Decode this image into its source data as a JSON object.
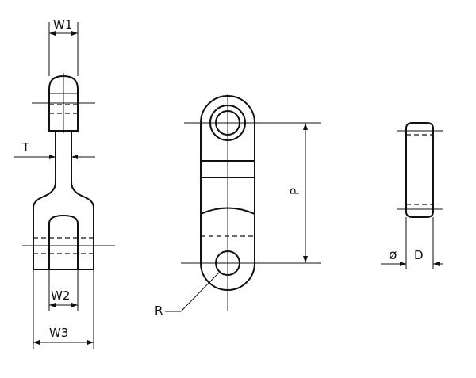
{
  "labels": {
    "w1": "W1",
    "t": "T",
    "w2": "W2",
    "w3": "W3",
    "p": "P",
    "r": "R",
    "dia": "ø",
    "d": "D"
  }
}
